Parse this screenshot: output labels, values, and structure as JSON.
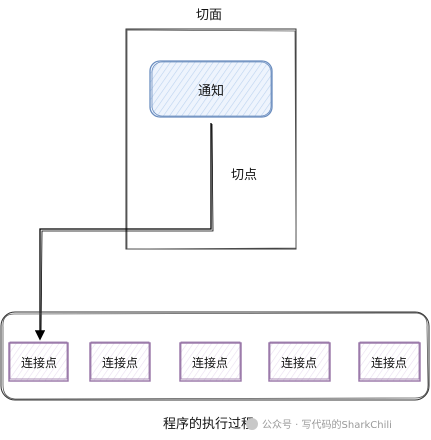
{
  "aspect": {
    "title": "切面",
    "advice_label": "通知",
    "pointcut_label": "切点"
  },
  "process": {
    "label": "程序的执行过程",
    "join_points": [
      "连接点",
      "连接点",
      "连接点",
      "连接点",
      "连接点"
    ]
  },
  "watermark": {
    "text": "公众号 · 写代码的SharkChili"
  },
  "colors": {
    "advice_fill": "#dae8fc",
    "advice_stroke": "#6c8ebf",
    "join_point_fill": "#e1d5e7",
    "join_point_stroke": "#9673a6",
    "frame_stroke": "#333333",
    "arrow": "#000000"
  }
}
